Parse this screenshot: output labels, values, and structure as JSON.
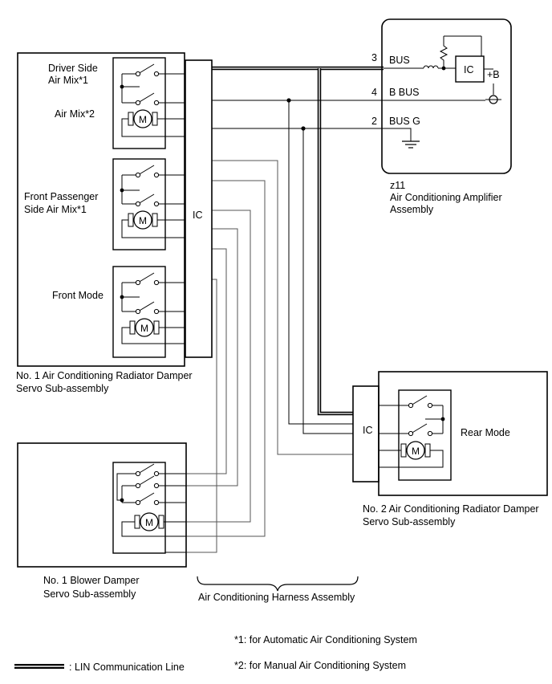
{
  "amplifier": {
    "connector": "z11",
    "name_line1": "Air Conditioning Amplifier",
    "name_line2": "Assembly",
    "ic_label": "IC",
    "plus_b": "+B",
    "pins": [
      {
        "num": "3",
        "name": "BUS"
      },
      {
        "num": "4",
        "name": "B BUS"
      },
      {
        "num": "2",
        "name": "BUS G"
      }
    ]
  },
  "radiator_servo_1": {
    "ic_label": "IC",
    "name_line1": "No. 1 Air Conditioning Radiator Damper",
    "name_line2": "Servo Sub-assembly",
    "units": [
      {
        "label_line1": "Driver Side",
        "label_line2": "Air Mix*1"
      },
      {
        "label_line1": "Air Mix*2",
        "label_line2": ""
      },
      {
        "label_line1": "Front Passenger",
        "label_line2": "Side Air Mix*1"
      },
      {
        "label_line1": "Front Mode",
        "label_line2": ""
      }
    ]
  },
  "radiator_servo_2": {
    "ic_label": "IC",
    "unit_label": "Rear Mode",
    "name_line1": "No. 2 Air Conditioning Radiator Damper",
    "name_line2": "Servo Sub-assembly"
  },
  "blower_servo": {
    "name_line1": "No. 1 Blower Damper",
    "name_line2": "Servo Sub-assembly"
  },
  "motor_label": "M",
  "harness_label": "Air Conditioning Harness Assembly",
  "notes": {
    "note1": "*1: for Automatic Air Conditioning System",
    "note2": "*2: for Manual Air Conditioning System"
  },
  "legend": {
    "lin_label": ": LIN Communication Line"
  }
}
